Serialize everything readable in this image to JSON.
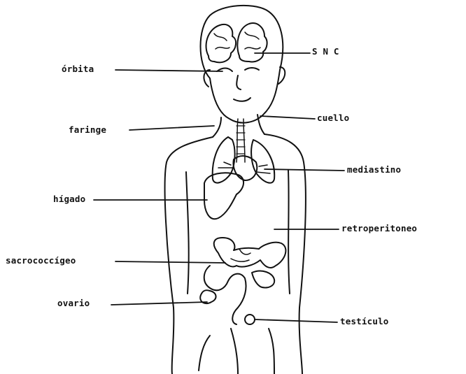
{
  "figure": {
    "labels": {
      "snc": "S N C",
      "orbita": "órbita",
      "cuello": "cuello",
      "faringe": "faringe",
      "mediastino": "mediastino",
      "higado": "hígado",
      "retroperitoneo": "retroperitoneo",
      "sacrococcigeo": "sacrococcígeo",
      "ovario": "ovario",
      "testiculo": "testículo"
    }
  }
}
